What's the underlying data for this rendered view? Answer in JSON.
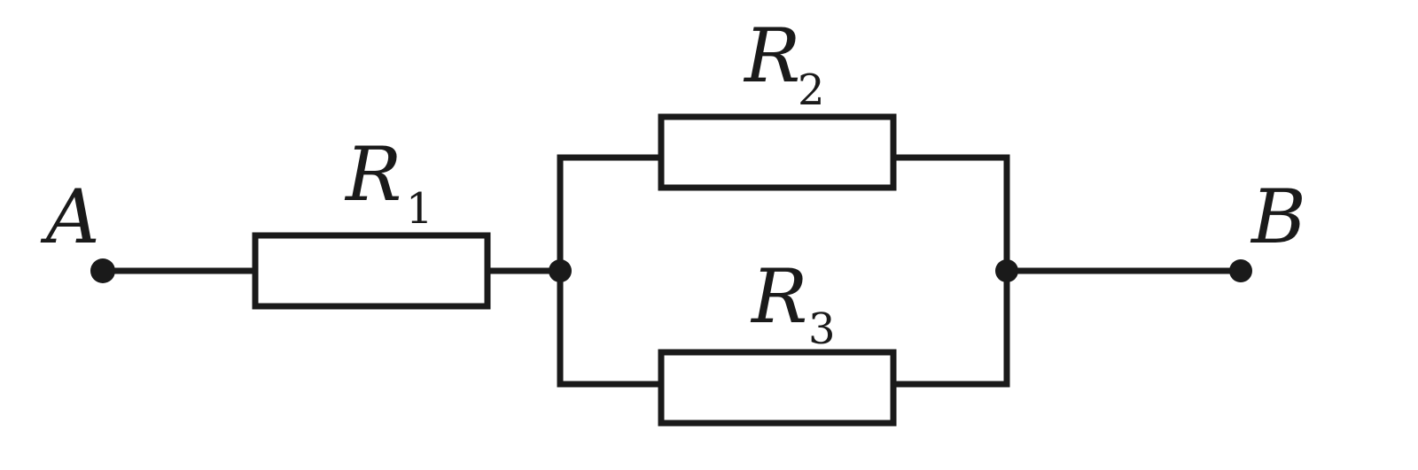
{
  "diagram": {
    "terminals": {
      "a": "A",
      "b": "B"
    },
    "resistors": [
      {
        "letter": "R",
        "index": "1"
      },
      {
        "letter": "R",
        "index": "2"
      },
      {
        "letter": "R",
        "index": "3"
      }
    ],
    "colors": {
      "line": "#1a1a1a",
      "background": "#ffffff"
    }
  }
}
